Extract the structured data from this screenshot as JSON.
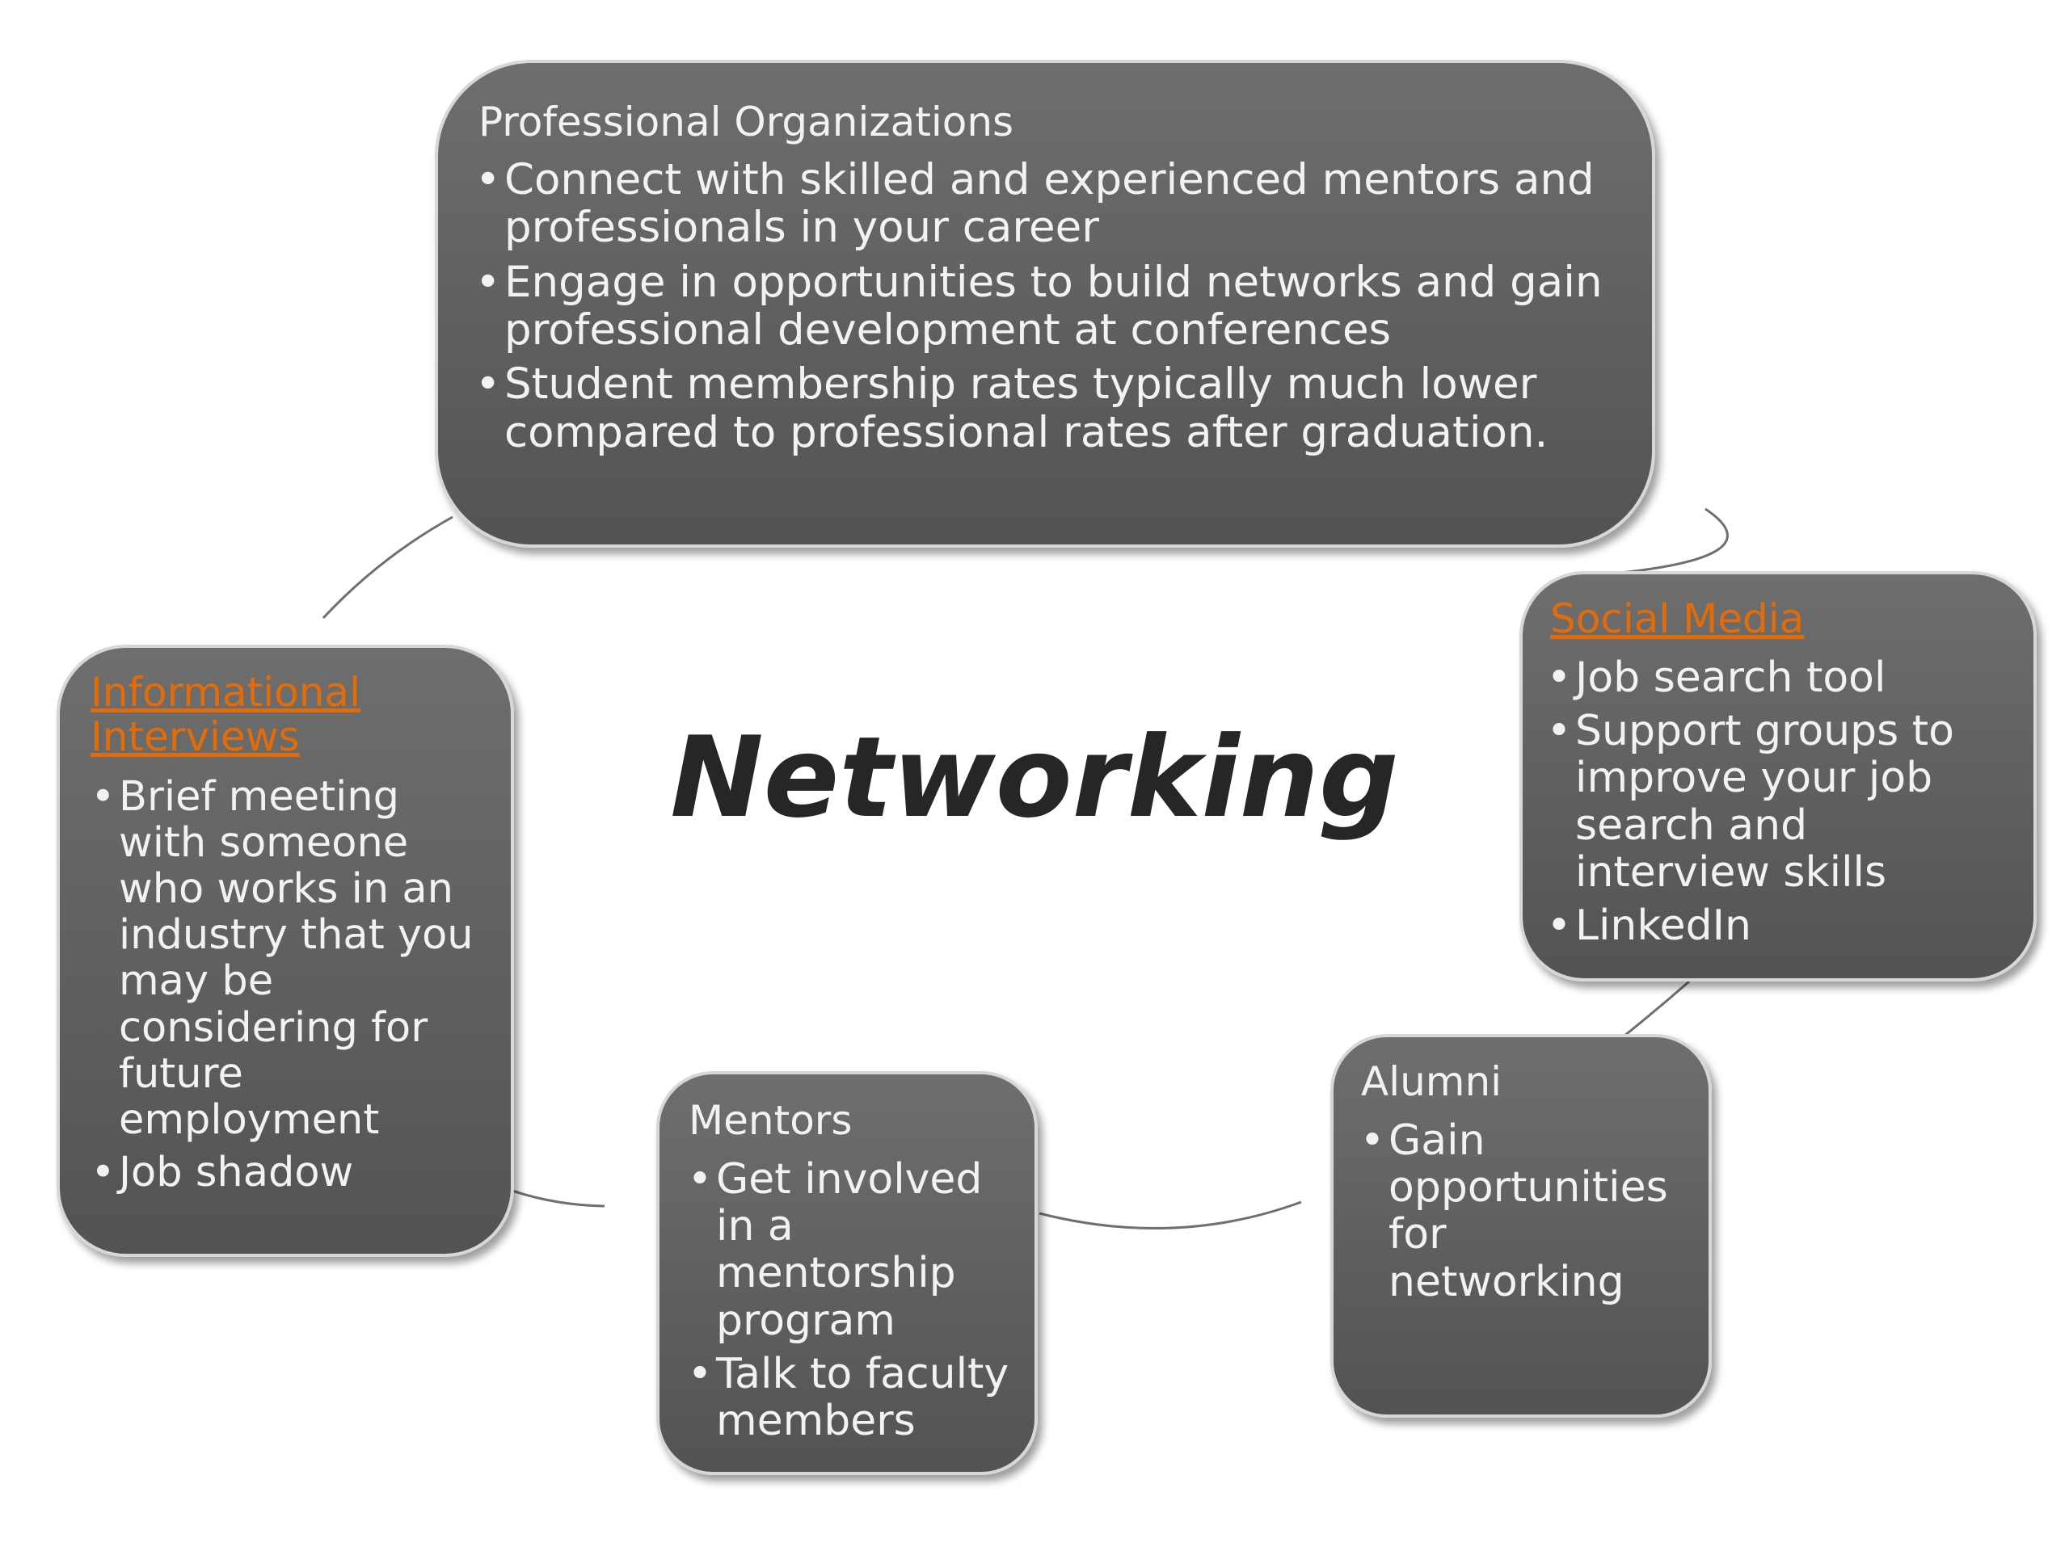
{
  "diagram": {
    "center_title": "Networking",
    "nodes": [
      {
        "id": "professional-organizations",
        "title": "Professional Organizations",
        "title_is_link": false,
        "bullets": [
          "Connect with skilled and experienced mentors and professionals in your career",
          "Engage in opportunities to build networks and gain professional development at conferences",
          "Student membership rates typically much lower compared to professional rates after graduation."
        ]
      },
      {
        "id": "social-media",
        "title": "Social Media",
        "title_is_link": true,
        "bullets": [
          "Job search tool",
          "Support groups to improve your job search and interview skills",
          "LinkedIn"
        ]
      },
      {
        "id": "alumni",
        "title": "Alumni",
        "title_is_link": false,
        "bullets": [
          "Gain opportunities for  networking"
        ]
      },
      {
        "id": "mentors",
        "title": "Mentors",
        "title_is_link": false,
        "bullets": [
          "Get involved in a mentorship program",
          "Talk to faculty members"
        ]
      },
      {
        "id": "informational-interviews",
        "title": "Informational Interviews",
        "title_is_link": true,
        "bullets": [
          "Brief meeting with someone who works in an industry that you may be considering for future employment",
          "Job shadow"
        ]
      }
    ],
    "colors": {
      "node_fill": "#5f5f5f",
      "node_border": "#d7d7d7",
      "node_text": "#f2f2f2",
      "link_text": "#e36c0a",
      "center_text": "#262626",
      "connector": "#6f6f6f"
    }
  }
}
